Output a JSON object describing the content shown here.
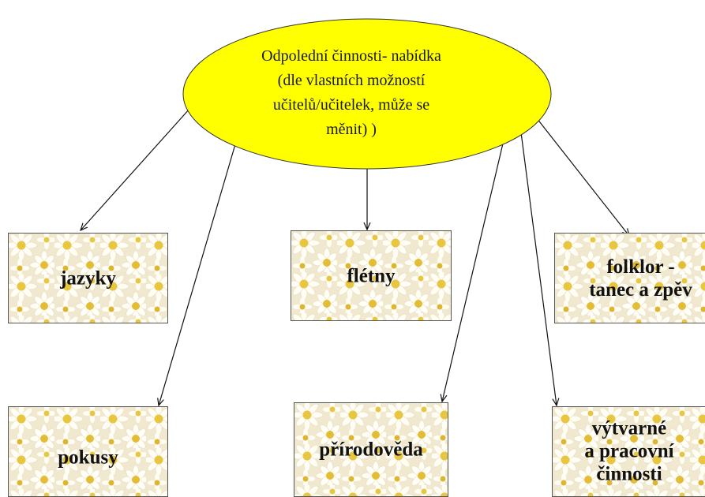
{
  "center_node": {
    "text_lines": [
      "Odpolední  činnosti- nabídka",
      "(dle vlastních možností",
      "učitelů/učitelek, může se",
      "měnit) )"
    ],
    "fill_color": "#ffff00"
  },
  "nodes": {
    "jazyky": {
      "lines": [
        "jazyky"
      ]
    },
    "pokusy": {
      "lines": [
        "pokusy"
      ]
    },
    "fletny": {
      "lines": [
        "flétny"
      ]
    },
    "prirodoveda": {
      "lines": [
        "přírodověda"
      ]
    },
    "folklor": {
      "lines": [
        "folklor -",
        "tanec a zpěv"
      ]
    },
    "vytvarne": {
      "lines": [
        "výtvarné",
        "a pracovní",
        "činnosti"
      ]
    }
  },
  "colors": {
    "box_background": "#f3ecd4",
    "petal": "#fffdf4",
    "flower_center": "#e8c640",
    "arrow": "#111111"
  }
}
